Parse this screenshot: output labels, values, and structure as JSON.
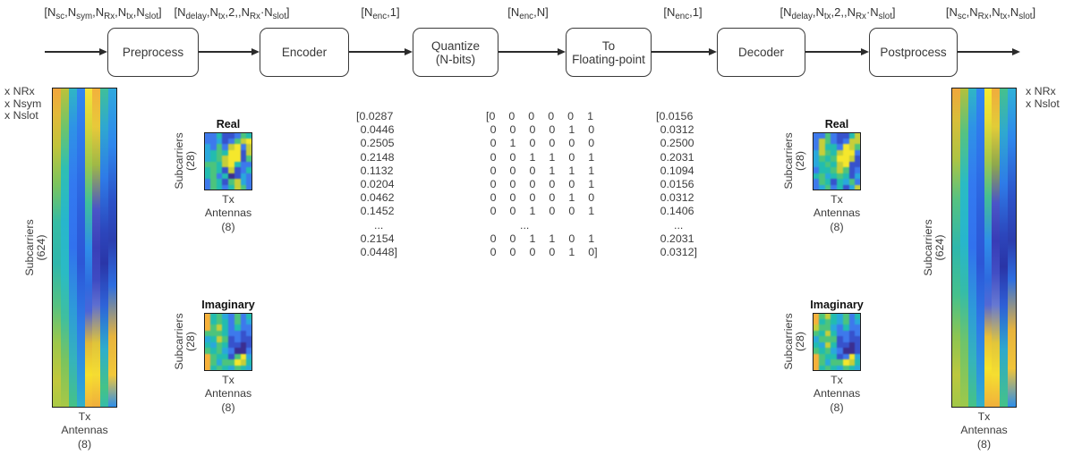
{
  "figure": {
    "background": "#ffffff",
    "text_color": "#383838",
    "line_color": "#2b2b2b"
  },
  "flow": {
    "boxes": [
      {
        "id": "preprocess",
        "label": "Preprocess"
      },
      {
        "id": "encoder",
        "label": "Encoder"
      },
      {
        "id": "quantize",
        "label": "Quantize\n(N-bits)"
      },
      {
        "id": "to-floating-point",
        "label": "To\nFloating-point"
      },
      {
        "id": "decoder",
        "label": "Decoder"
      },
      {
        "id": "postprocess",
        "label": "Postprocess"
      }
    ],
    "dim_labels": [
      {
        "segments": [
          {
            "t": "[N"
          },
          {
            "s": "sc"
          },
          {
            "t": ",N"
          },
          {
            "s": "sym"
          },
          {
            "t": ",N"
          },
          {
            "s": "Rx"
          },
          {
            "t": ",N"
          },
          {
            "s": "tx"
          },
          {
            "t": ",N"
          },
          {
            "s": "slot"
          },
          {
            "t": "]"
          }
        ]
      },
      {
        "segments": [
          {
            "t": "[N"
          },
          {
            "s": "delay"
          },
          {
            "t": ",N"
          },
          {
            "s": "tx"
          },
          {
            "t": ",2,,N"
          },
          {
            "s": "Rx"
          },
          {
            "t": "·N"
          },
          {
            "s": "slot"
          },
          {
            "t": "]"
          }
        ]
      },
      {
        "segments": [
          {
            "t": "[N"
          },
          {
            "s": "enc"
          },
          {
            "t": ",1]"
          }
        ]
      },
      {
        "segments": [
          {
            "t": "[N"
          },
          {
            "s": "enc"
          },
          {
            "t": ",N]"
          }
        ]
      },
      {
        "segments": [
          {
            "t": "[N"
          },
          {
            "s": "enc"
          },
          {
            "t": ",1]"
          }
        ]
      },
      {
        "segments": [
          {
            "t": "[N"
          },
          {
            "s": "delay"
          },
          {
            "t": ",N"
          },
          {
            "s": "tx"
          },
          {
            "t": ",2,,N"
          },
          {
            "s": "Rx"
          },
          {
            "t": "·N"
          },
          {
            "s": "slot"
          },
          {
            "t": "]"
          }
        ]
      },
      {
        "segments": [
          {
            "t": "[N"
          },
          {
            "s": "sc"
          },
          {
            "t": ",N"
          },
          {
            "s": "Rx"
          },
          {
            "t": ",N"
          },
          {
            "s": "tx"
          },
          {
            "t": ",N"
          },
          {
            "s": "slot"
          },
          {
            "t": "]"
          }
        ]
      }
    ]
  },
  "values": {
    "encoder_output": {
      "lines": [
        "[0.0287",
        "0.0446",
        "0.2505",
        "0.2148",
        "0.1132",
        "0.0204",
        "0.0462",
        "0.1452",
        "...",
        "0.2154",
        "0.0448]"
      ]
    },
    "quantized_bits": {
      "lines": [
        "[0 0 0 0 0 1",
        "0 0 0 0 1 0",
        "0 1 0 0 0 0",
        "0 0 1 1 0 1",
        "0 0 0 1 1 1",
        "0 0 0 0 0 1",
        "0 0 0 0 1 0",
        "0 0 1 0 0 1",
        "...",
        "0 0 1 1 0 1",
        "0 0 0 0 1 0]"
      ]
    },
    "dequantized": {
      "lines": [
        "[0.0156",
        "0.0312",
        "0.2500",
        "0.2031",
        "0.1094",
        "0.0156",
        "0.0312",
        "0.1406",
        "...",
        "0.2031",
        "0.0312]"
      ]
    }
  },
  "heatmaps": {
    "palette": {
      "B": "#3752CC",
      "n": "#3B2E90",
      "b": "#3D79EC",
      "c": "#29A8DC",
      "t": "#22BCB0",
      "g": "#4CC47C",
      "y": "#C6CE3A",
      "Y": "#F5E72C",
      "o": "#F7B13A"
    },
    "left_large": {
      "corner_labels": "x NRx\nx Nsym\nx Nslot",
      "ylabel": "Subcarriers\n(624)",
      "xlabel": "Tx\nAntennas\n(8)",
      "columns": [
        [
          [
            "#F2A53C",
            0
          ],
          [
            "#E3B93A",
            8
          ],
          [
            "#C2C43A",
            18
          ],
          [
            "#7CC45D",
            30
          ],
          [
            "#35BCA4",
            42
          ],
          [
            "#2FB7AC",
            55
          ],
          [
            "#55C282",
            68
          ],
          [
            "#9EC84A",
            80
          ],
          [
            "#C2C83C",
            92
          ],
          [
            "#AACA46",
            100
          ]
        ],
        [
          [
            "#BCC23A",
            0
          ],
          [
            "#6FC46A",
            12
          ],
          [
            "#2FBFB2",
            25
          ],
          [
            "#27B6CC",
            42
          ],
          [
            "#2ABBC4",
            58
          ],
          [
            "#3FBF9F",
            72
          ],
          [
            "#7CC45D",
            86
          ],
          [
            "#A8C846",
            100
          ]
        ],
        [
          [
            "#2FB6C4",
            0
          ],
          [
            "#2E93E6",
            12
          ],
          [
            "#3379F0",
            30
          ],
          [
            "#3172EE",
            50
          ],
          [
            "#2E9BD8",
            70
          ],
          [
            "#35B3BC",
            85
          ],
          [
            "#45C287",
            100
          ]
        ],
        [
          [
            "#3186F0",
            0
          ],
          [
            "#2E74EA",
            20
          ],
          [
            "#2C5FDC",
            40
          ],
          [
            "#2C56D6",
            55
          ],
          [
            "#2E7BE8",
            75
          ],
          [
            "#2E9BDB",
            92
          ],
          [
            "#2FB0C8",
            100
          ]
        ],
        [
          [
            "#F5E339",
            0
          ],
          [
            "#D8D438",
            12
          ],
          [
            "#9CC84C",
            24
          ],
          [
            "#3FBF9A",
            36
          ],
          [
            "#2E8EE8",
            50
          ],
          [
            "#2E6ADF",
            62
          ],
          [
            "#4C65D8",
            70
          ],
          [
            "#E0B83A",
            80
          ],
          [
            "#F7E02B",
            90
          ],
          [
            "#F2B33C",
            100
          ]
        ],
        [
          [
            "#F2B13C",
            0
          ],
          [
            "#E8C93A",
            12
          ],
          [
            "#A0B846",
            24
          ],
          [
            "#4A55C8",
            38
          ],
          [
            "#3A3FB8",
            50
          ],
          [
            "#3E4AC2",
            60
          ],
          [
            "#5E6ED0",
            68
          ],
          [
            "#E0C43A",
            80
          ],
          [
            "#F5DC32",
            90
          ],
          [
            "#EFAE3C",
            100
          ]
        ],
        [
          [
            "#3FBF9A",
            0
          ],
          [
            "#2FA8D0",
            12
          ],
          [
            "#2E7BE8",
            28
          ],
          [
            "#2C46BC",
            45
          ],
          [
            "#2A36A8",
            55
          ],
          [
            "#2E62D8",
            68
          ],
          [
            "#2FAECC",
            82
          ],
          [
            "#45C287",
            94
          ],
          [
            "#35BCA8",
            100
          ]
        ],
        [
          [
            "#2FA8DE",
            0
          ],
          [
            "#2E86EC",
            18
          ],
          [
            "#2C52C8",
            35
          ],
          [
            "#2C3FB0",
            48
          ],
          [
            "#2E6EE0",
            62
          ],
          [
            "#E8B43C",
            78
          ],
          [
            "#F2C83A",
            90
          ],
          [
            "#2E8EE8",
            100
          ]
        ]
      ]
    },
    "right_large": {
      "corner_labels": "x NRx\nx Nslot",
      "ylabel": "Subcarriers\n(624)",
      "xlabel": "Tx\nAntennas\n(8)",
      "columns": [
        [
          [
            "#F0A73C",
            0
          ],
          [
            "#D8BE3A",
            10
          ],
          [
            "#AEC443",
            22
          ],
          [
            "#55C282",
            35
          ],
          [
            "#2FB7AC",
            50
          ],
          [
            "#45C18C",
            65
          ],
          [
            "#8CC552",
            78
          ],
          [
            "#BCC83E",
            90
          ],
          [
            "#A2C848",
            100
          ]
        ],
        [
          [
            "#B2C03C",
            0
          ],
          [
            "#55C282",
            14
          ],
          [
            "#2ABBC4",
            30
          ],
          [
            "#27B6CC",
            48
          ],
          [
            "#35BCA8",
            64
          ],
          [
            "#6FC46A",
            80
          ],
          [
            "#9EC84A",
            100
          ]
        ],
        [
          [
            "#2FB6C4",
            0
          ],
          [
            "#2E93E6",
            12
          ],
          [
            "#3379F0",
            30
          ],
          [
            "#3172EE",
            50
          ],
          [
            "#2E9BD8",
            70
          ],
          [
            "#35B3BC",
            85
          ],
          [
            "#45C287",
            100
          ]
        ],
        [
          [
            "#3186F0",
            0
          ],
          [
            "#2E74EA",
            20
          ],
          [
            "#2C5FDC",
            40
          ],
          [
            "#2C56D6",
            55
          ],
          [
            "#2E7BE8",
            75
          ],
          [
            "#2E9BDB",
            92
          ],
          [
            "#2FB0C8",
            100
          ]
        ],
        [
          [
            "#F7EA30",
            0
          ],
          [
            "#E8DC34",
            10
          ],
          [
            "#A8C846",
            22
          ],
          [
            "#45BE92",
            34
          ],
          [
            "#2E8EE8",
            48
          ],
          [
            "#2E6ADF",
            60
          ],
          [
            "#5468D4",
            68
          ],
          [
            "#E8BE38",
            78
          ],
          [
            "#F7E42B",
            88
          ],
          [
            "#F0B03C",
            100
          ]
        ],
        [
          [
            "#F0AC3C",
            0
          ],
          [
            "#E2CC38",
            12
          ],
          [
            "#8FA84C",
            24
          ],
          [
            "#4A55C8",
            36
          ],
          [
            "#383CB6",
            48
          ],
          [
            "#424EC4",
            58
          ],
          [
            "#6678D2",
            68
          ],
          [
            "#E2C63A",
            80
          ],
          [
            "#F5DE30",
            90
          ],
          [
            "#F0B03C",
            100
          ]
        ],
        [
          [
            "#45C18C",
            0
          ],
          [
            "#2FA8D0",
            14
          ],
          [
            "#2E7BE8",
            30
          ],
          [
            "#2C46BC",
            46
          ],
          [
            "#2A34A6",
            56
          ],
          [
            "#2E5ED6",
            68
          ],
          [
            "#2FA8CC",
            82
          ],
          [
            "#45C287",
            100
          ]
        ],
        [
          [
            "#2FB0D8",
            0
          ],
          [
            "#2E86EC",
            16
          ],
          [
            "#2C52C8",
            34
          ],
          [
            "#2C3DAE",
            48
          ],
          [
            "#2E6EE0",
            60
          ],
          [
            "#E8B43C",
            76
          ],
          [
            "#F0C43A",
            88
          ],
          [
            "#2E8EE8",
            100
          ]
        ]
      ]
    },
    "left_real": {
      "title": "Real",
      "ylabel": "Subcarriers\n(28)",
      "xlabel": "Tx\nAntennas\n(8)",
      "grid": [
        "bbtBBbgt",
        "bbcBbgyY",
        "cbgbyYby",
        "ctgtYYBy",
        "ctgyYYBg",
        "ggtyYtbb",
        "tgtByBbt",
        "tgbtnBcb",
        "bgtBgycb",
        "bgtbtygb"
      ]
    },
    "left_imag": {
      "title": "Imaginary",
      "ylabel": "Subcarriers\n(28)",
      "xlabel": "Tx\nAntennas\n(8)",
      "grid": [
        "otgcbgbt",
        "otgtbgbc",
        "ogytbtbb",
        "gggtbbBb",
        "ctygBbBB",
        "tcgtBBnB",
        "gtgcbnnb",
        "ogttBgYc",
        "ogcggYyt",
        "otgtcgtc"
      ]
    },
    "right_real": {
      "title": "Real",
      "ylabel": "Subcarriers\n(28)",
      "xlabel": "Tx\nAntennas\n(8)",
      "grid": [
        "bbgbBBty",
        "bygbBbyy",
        "byttbYyg",
        "cygtyYYb",
        "cgtgYYyB",
        "ctgtyYBB",
        "bttgygBb",
        "tgctgtBc",
        "bgtBtcgb",
        "bcgbtBcy"
      ]
    },
    "right_imag": {
      "title": "Imaginary",
      "ylabel": "Subcarriers\n(28)",
      "xlabel": "Tx\nAntennas\n(8)",
      "grid": [
        "ogytcgbt",
        "otgtcgbc",
        "yggcbtbb",
        "gtytbbBb",
        "cgggBbBB",
        "tcytBBnB",
        "gtgcbnnB",
        "ogttBbYc",
        "ogcggYyt",
        "otgtcgtc"
      ]
    }
  }
}
